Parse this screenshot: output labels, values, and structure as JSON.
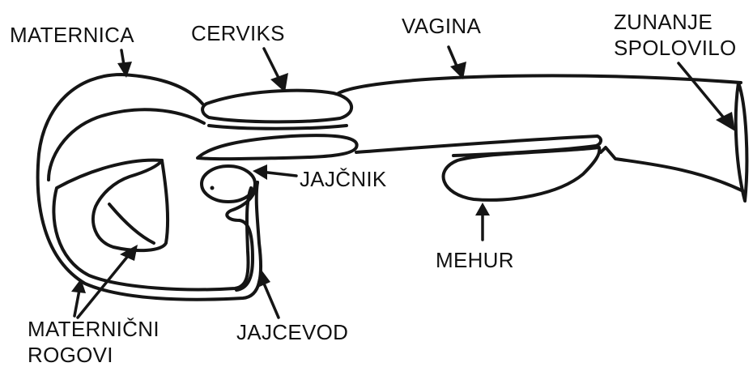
{
  "labels": {
    "uterus": "MATERNICA",
    "cervix": "CERVIKS",
    "vagina": "VAGINA",
    "external_genitalia_line1": "ZUNANJE",
    "external_genitalia_line2": "SPOLOVILO",
    "ovary": "JAJČNIK",
    "bladder": "MEHUR",
    "uterine_horns_line1": "MATERNIČNI",
    "uterine_horns_line2": "ROGOVI",
    "oviduct": "JAJCEVOD"
  }
}
